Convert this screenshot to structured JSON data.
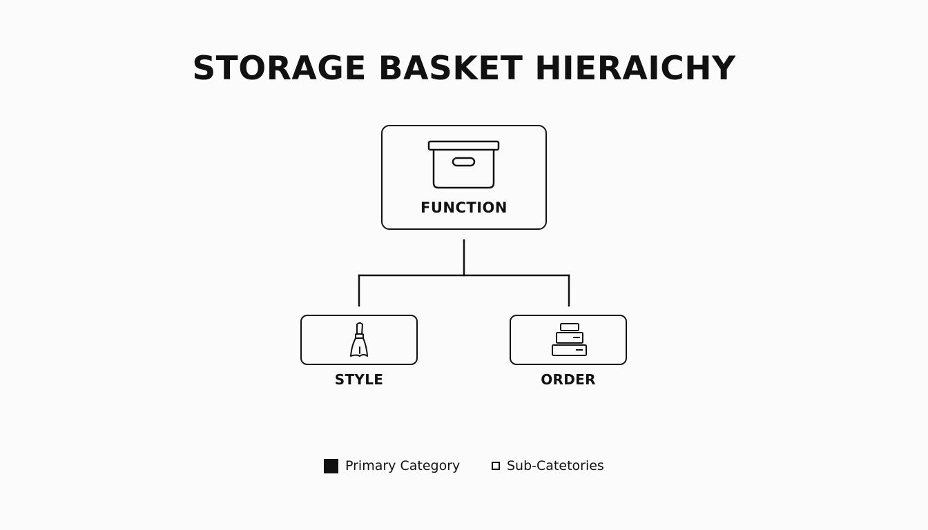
{
  "title": "STORAGE BASKET HIERAICHY",
  "colors": {
    "background": "#fbfbfb",
    "ink": "#111111"
  },
  "nodes": {
    "primary": {
      "label": "FUNCTION",
      "icon": "storage-basket-icon"
    },
    "children": [
      {
        "label": "STYLE",
        "icon": "paintbrush-icon"
      },
      {
        "label": "ORDER",
        "icon": "stacked-boxes-icon"
      }
    ]
  },
  "legend": {
    "primary_label": "Primary Category",
    "sub_label": "Sub-Catetories"
  }
}
